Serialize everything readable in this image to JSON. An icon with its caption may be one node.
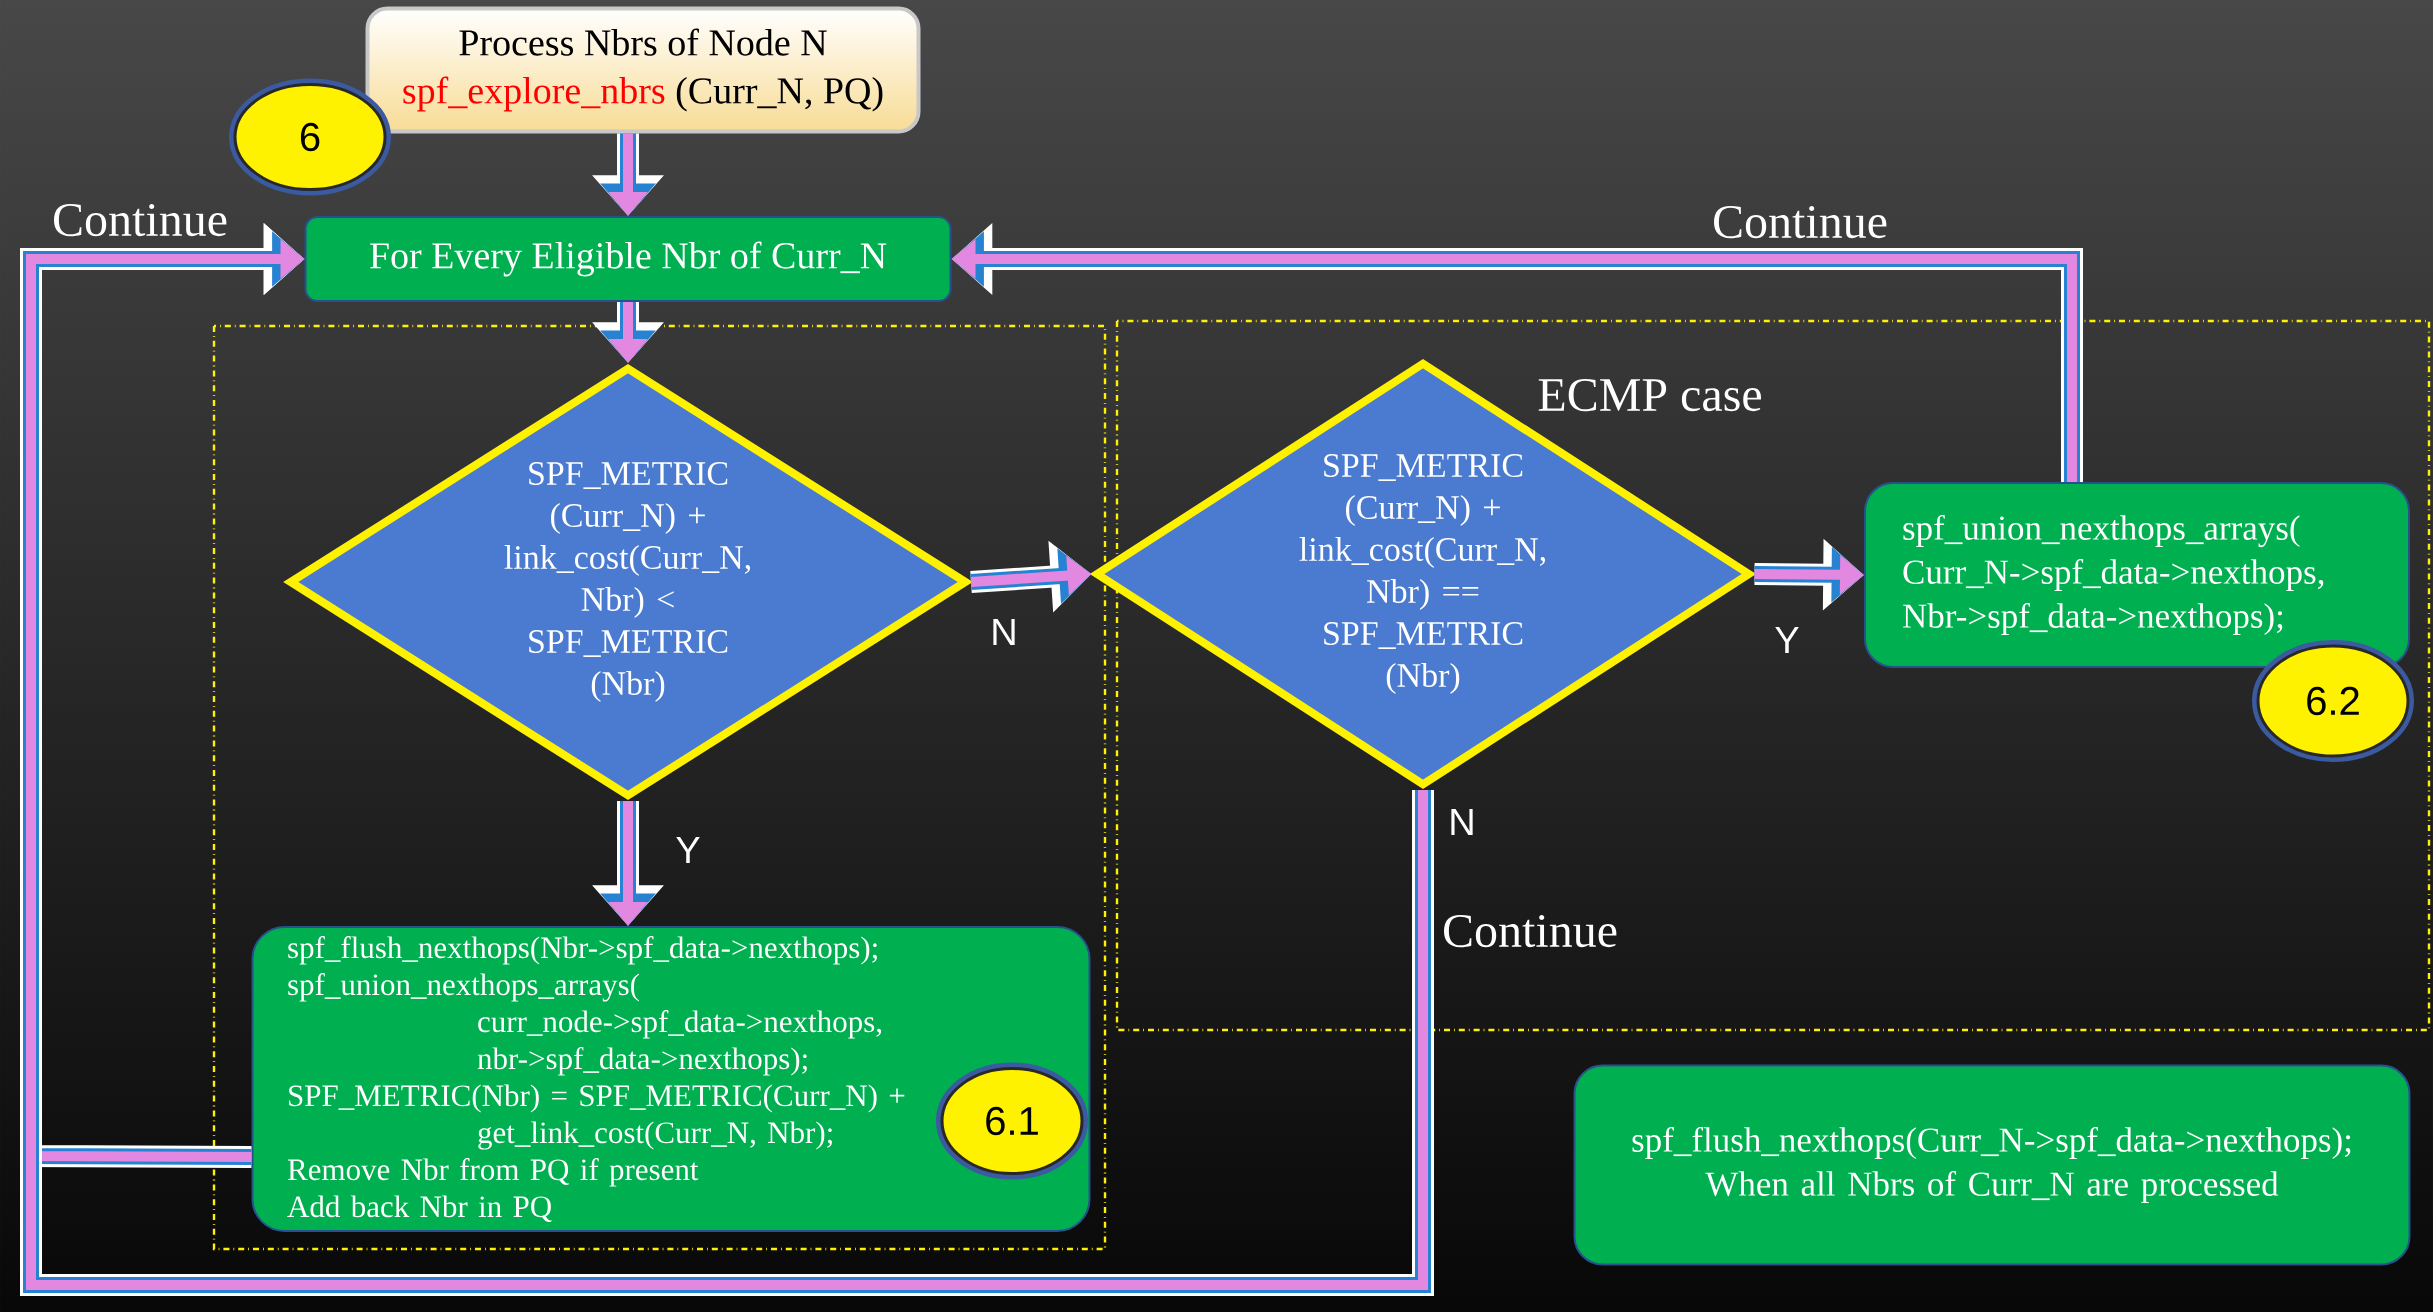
{
  "diagram": {
    "nodes": [
      {
        "text": [
          "Process Nbrs of Node N",
          "spf_explore_nbrs",
          "(Curr_N, PQ)"
        ]
      },
      {
        "text": [
          "6"
        ]
      },
      {
        "text": [
          "For Every Eligible Nbr of Curr_N"
        ]
      },
      {
        "text": [
          "SPF_METRIC (Curr_N) + link_cost(Curr_N, Nbr) < SPF_METRIC (Nbr)"
        ]
      },
      {
        "text": [
          "SPF_METRIC (Curr_N) + link_cost(Curr_N, Nbr) == SPF_METRIC (Nbr)"
        ],
        "beside": [
          "ECMP case"
        ]
      },
      {
        "text": [
          "spf_union_nexthops_arrays( Curr_N->spf_data->nexthops, Nbr->spf_data->nexthops);"
        ]
      },
      {
        "text": [
          "6.2"
        ]
      },
      {
        "text": [
          "spf_flush_nexthops(Nbr->spf_data->nexthops);",
          "spf_union_nexthops_arrays(",
          "curr_node->spf_data->nexthops,",
          "nbr->spf_data->nexthops);",
          "SPF_METRIC(Nbr) = SPF_METRIC(Curr_N) +",
          "get_link_cost(Curr_N, Nbr);",
          "Remove Nbr from PQ if present",
          "Add back Nbr in PQ"
        ]
      },
      {
        "text": [
          "6.1"
        ],
        "in": 7
      },
      {
        "text": [
          "spf_flush_nexthops(Curr_N->spf_data->nexthops);",
          "When all Nbrs of Curr_N are processed"
        ]
      }
    ],
    "edges": [
      {
        "from": 0,
        "to": 2,
        "arrow": "to"
      },
      {
        "from": 2,
        "to": 3,
        "arrow": "to"
      },
      {
        "from": 3,
        "to": 4,
        "arrow": "to",
        "label": "N"
      },
      {
        "from": 3,
        "to": 7,
        "arrow": "to",
        "label": "Y"
      },
      {
        "from": 4,
        "to": 5,
        "arrow": "to",
        "label": "Y"
      },
      {
        "from": 5,
        "to": 2,
        "arrow": "to",
        "label": "Continue"
      },
      {
        "from": 7,
        "to": 2,
        "arrow": "to",
        "label": "Continue"
      },
      {
        "from": 4,
        "to": 2,
        "arrow": "to",
        "label": "N"
      }
    ],
    "labels": [
      "Continue"
    ]
  }
}
